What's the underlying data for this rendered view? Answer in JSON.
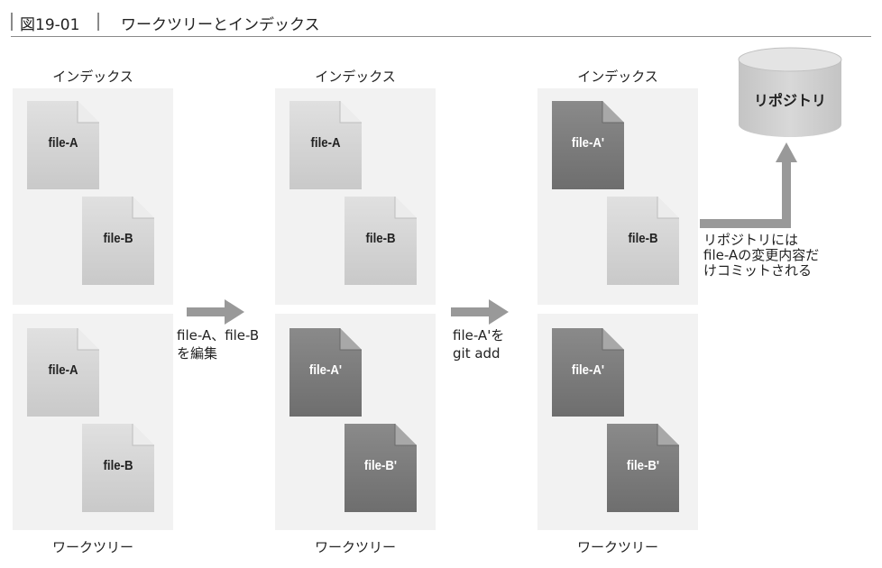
{
  "header": {
    "figure_number": "図19-01",
    "title": "ワークツリーとインデックス"
  },
  "columns": [
    {
      "index_label": "インデックス",
      "worktree_label": "ワークツリー",
      "index_files": [
        {
          "name": "file-A",
          "modified": false
        },
        {
          "name": "file-B",
          "modified": false
        }
      ],
      "worktree_files": [
        {
          "name": "file-A",
          "modified": false
        },
        {
          "name": "file-B",
          "modified": false
        }
      ]
    },
    {
      "index_label": "インデックス",
      "worktree_label": "ワークツリー",
      "index_files": [
        {
          "name": "file-A",
          "modified": false
        },
        {
          "name": "file-B",
          "modified": false
        }
      ],
      "worktree_files": [
        {
          "name": "file-A'",
          "modified": true
        },
        {
          "name": "file-B'",
          "modified": true
        }
      ]
    },
    {
      "index_label": "インデックス",
      "worktree_label": "ワークツリー",
      "index_files": [
        {
          "name": "file-A'",
          "modified": true
        },
        {
          "name": "file-B",
          "modified": false
        }
      ],
      "worktree_files": [
        {
          "name": "file-A'",
          "modified": true
        },
        {
          "name": "file-B'",
          "modified": true
        }
      ]
    }
  ],
  "steps": [
    {
      "line1": "file-A、file-B",
      "line2": "を編集"
    },
    {
      "line1": "file-A'を",
      "line2": "git add"
    }
  ],
  "repository": {
    "label": "リポジトリ",
    "note_line1": "リポジトリには",
    "note_line2": "file-Aの変更内容だ",
    "note_line3": "けコミットされる"
  },
  "colors": {
    "panel_bg": "#f2f2f2",
    "file_light": "#d6d6d6",
    "file_dark": "#7a7a7a",
    "arrow": "#999999",
    "cylinder": "#cfcfcf"
  },
  "icons": {
    "file": "document-icon",
    "repository": "database-cylinder-icon",
    "arrow": "arrow-right-icon"
  }
}
